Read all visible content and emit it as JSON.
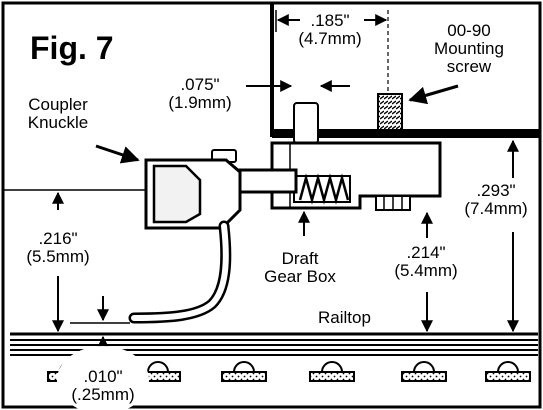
{
  "figure": {
    "title": "Fig. 7"
  },
  "labels": {
    "coupler_knuckle": [
      "Coupler",
      "Knuckle"
    ],
    "dim_075": [
      ".075\"",
      "(1.9mm)"
    ],
    "dim_185": [
      ".185\"",
      "(4.7mm)"
    ],
    "mounting_screw": [
      "00-90",
      "Mounting",
      "screw"
    ],
    "dim_293": [
      ".293\"",
      "(7.4mm)"
    ],
    "dim_216": [
      ".216\"",
      "(5.5mm)"
    ],
    "draft_gear_box": [
      "Draft",
      "Gear Box"
    ],
    "dim_214": [
      ".214\"",
      "(5.4mm)"
    ],
    "railtop": "Railtop",
    "dim_010": [
      ".010\"",
      "(.25mm)"
    ]
  },
  "colors": {
    "ink": "#000000",
    "paper": "#ffffff",
    "part_fill": "#f2f2f2"
  }
}
